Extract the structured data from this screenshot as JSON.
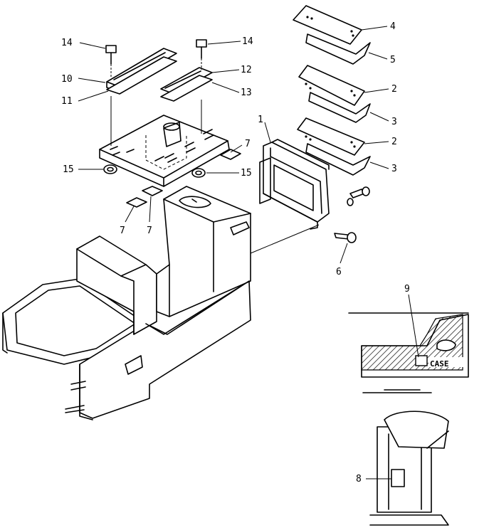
{
  "callouts": [
    {
      "id": "c14a",
      "text": "14"
    },
    {
      "id": "c14b",
      "text": "14"
    },
    {
      "id": "c10",
      "text": "10"
    },
    {
      "id": "c11",
      "text": "11"
    },
    {
      "id": "c12",
      "text": "12"
    },
    {
      "id": "c13",
      "text": "13"
    },
    {
      "id": "c4",
      "text": "4"
    },
    {
      "id": "c5",
      "text": "5"
    },
    {
      "id": "c2a",
      "text": "2"
    },
    {
      "id": "c3a",
      "text": "3"
    },
    {
      "id": "c2b",
      "text": "2"
    },
    {
      "id": "c3b",
      "text": "3"
    },
    {
      "id": "c1",
      "text": "1"
    },
    {
      "id": "c7a",
      "text": "7"
    },
    {
      "id": "c7b",
      "text": "7"
    },
    {
      "id": "c7c",
      "text": "7"
    },
    {
      "id": "c15a",
      "text": "15"
    },
    {
      "id": "c15b",
      "text": "15"
    },
    {
      "id": "c6",
      "text": "6"
    },
    {
      "id": "c9",
      "text": "9"
    },
    {
      "id": "c8",
      "text": "8"
    }
  ],
  "detail_text": "CASE"
}
